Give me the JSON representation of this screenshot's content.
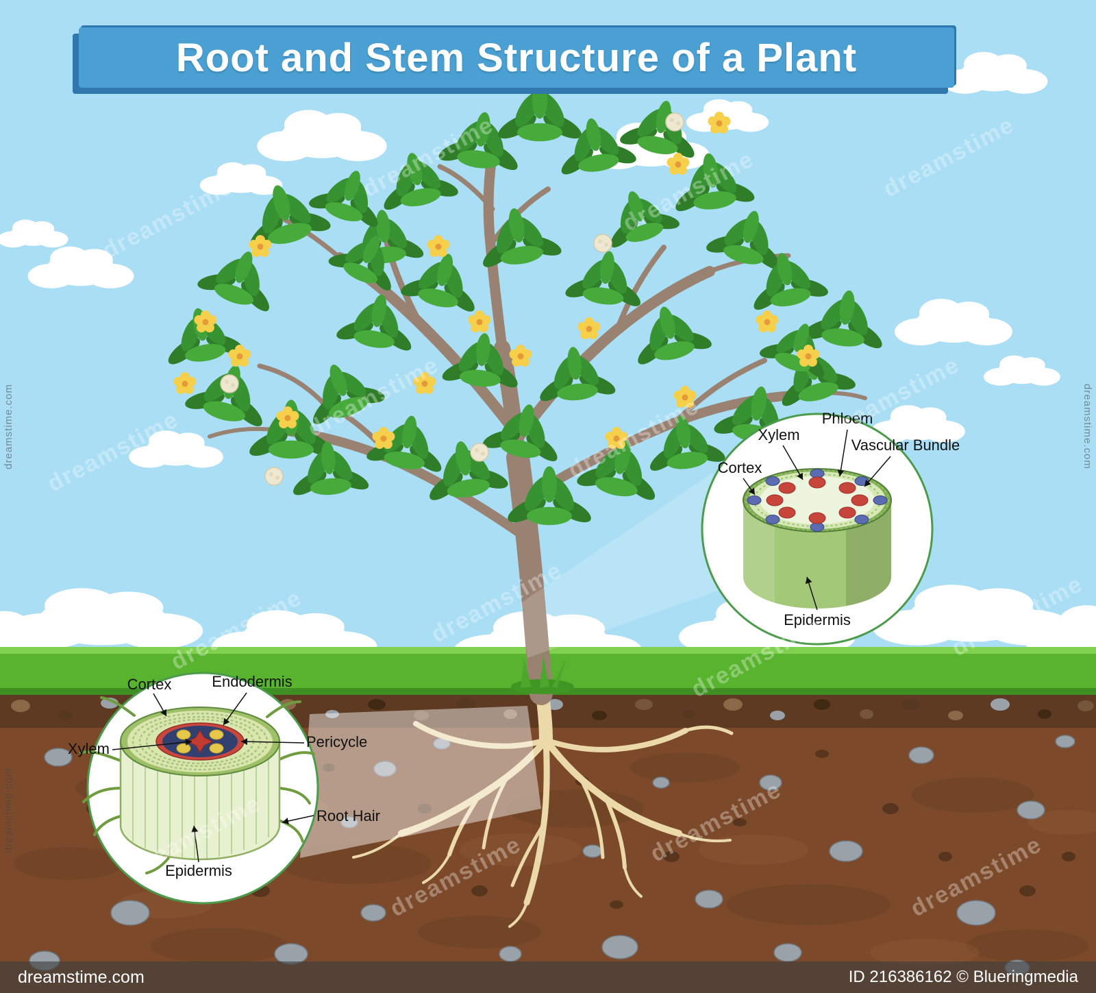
{
  "title": "Root and Stem Structure of a Plant",
  "colors": {
    "banner_blue": "#4aa0d2",
    "banner_shadow": "#2e78ae",
    "sky": "#a9def5",
    "grass": "#58b32e",
    "soil": "#7c4a2a",
    "leaf_green": "#41a238",
    "flower_yellow": "#f6cf4b",
    "root_beige": "#ecd9a9",
    "xylem_red": "#c8453c",
    "phloem_blue": "#5c6cb2"
  },
  "stem_callout": {
    "labels": {
      "xylem": "Xylem",
      "phloem": "Phloem",
      "vascular_bundle": "Vascular Bundle",
      "cortex": "Cortex",
      "epidermis": "Epidermis"
    }
  },
  "root_callout": {
    "labels": {
      "cortex": "Cortex",
      "endodermis": "Endodermis",
      "pericycle": "Pericycle",
      "xylem": "Xylem",
      "root_hair": "Root Hair",
      "epidermis": "Epidermis"
    }
  },
  "watermark": {
    "tile": "dreamstime",
    "site": "dreamstime.com",
    "credit": "ID 216386162 © Blueringmedia"
  }
}
